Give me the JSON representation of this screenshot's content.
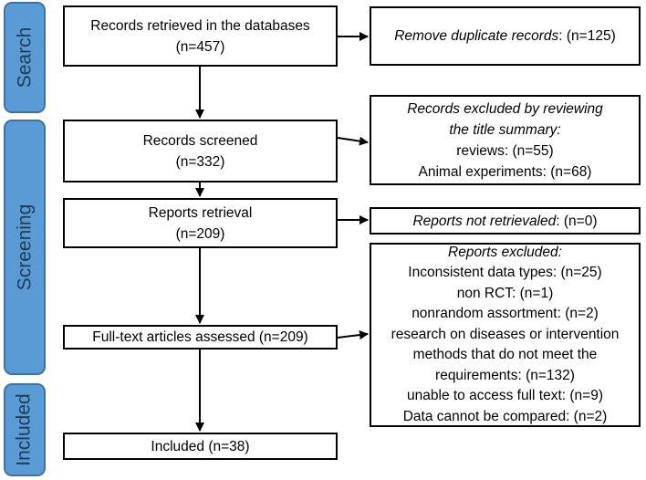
{
  "phases": {
    "search": "Search",
    "screening": "Screening",
    "included": "Included"
  },
  "records_retrieved": {
    "line1": "Records retrieved in the databases",
    "line2": "(n=457)"
  },
  "remove_duplicates": {
    "label": "Remove duplicate records",
    "count": ": (n=125)"
  },
  "records_screened": {
    "line1": "Records screened",
    "line2": "(n=332)"
  },
  "excluded_title": {
    "heading1": "Records excluded by reviewing",
    "heading2": "the title summary:",
    "line1": "reviews: (n=55)",
    "line2": "Animal experiments: (n=68)"
  },
  "reports_retrieval": {
    "line1": "Reports retrieval",
    "line2": "(n=209)"
  },
  "not_retrieved": {
    "label": "Reports not retrievaled",
    "count": ": (n=0)"
  },
  "fulltext": {
    "line1": "Full-text articles assessed (n=209)"
  },
  "reports_excluded": {
    "heading": "Reports excluded:",
    "line1": "Inconsistent data types: (n=25)",
    "line2": "non RCT: (n=1)",
    "line3": "nonrandom assortment: (n=2)",
    "line4": "research on diseases or intervention",
    "line5": "methods that do not meet the",
    "line6": "requirements: (n=132)",
    "line7": "unable to access full text: (n=9)",
    "line8": "Data cannot be compared: (n=2)"
  },
  "included": {
    "line1": "Included (n=38)"
  }
}
